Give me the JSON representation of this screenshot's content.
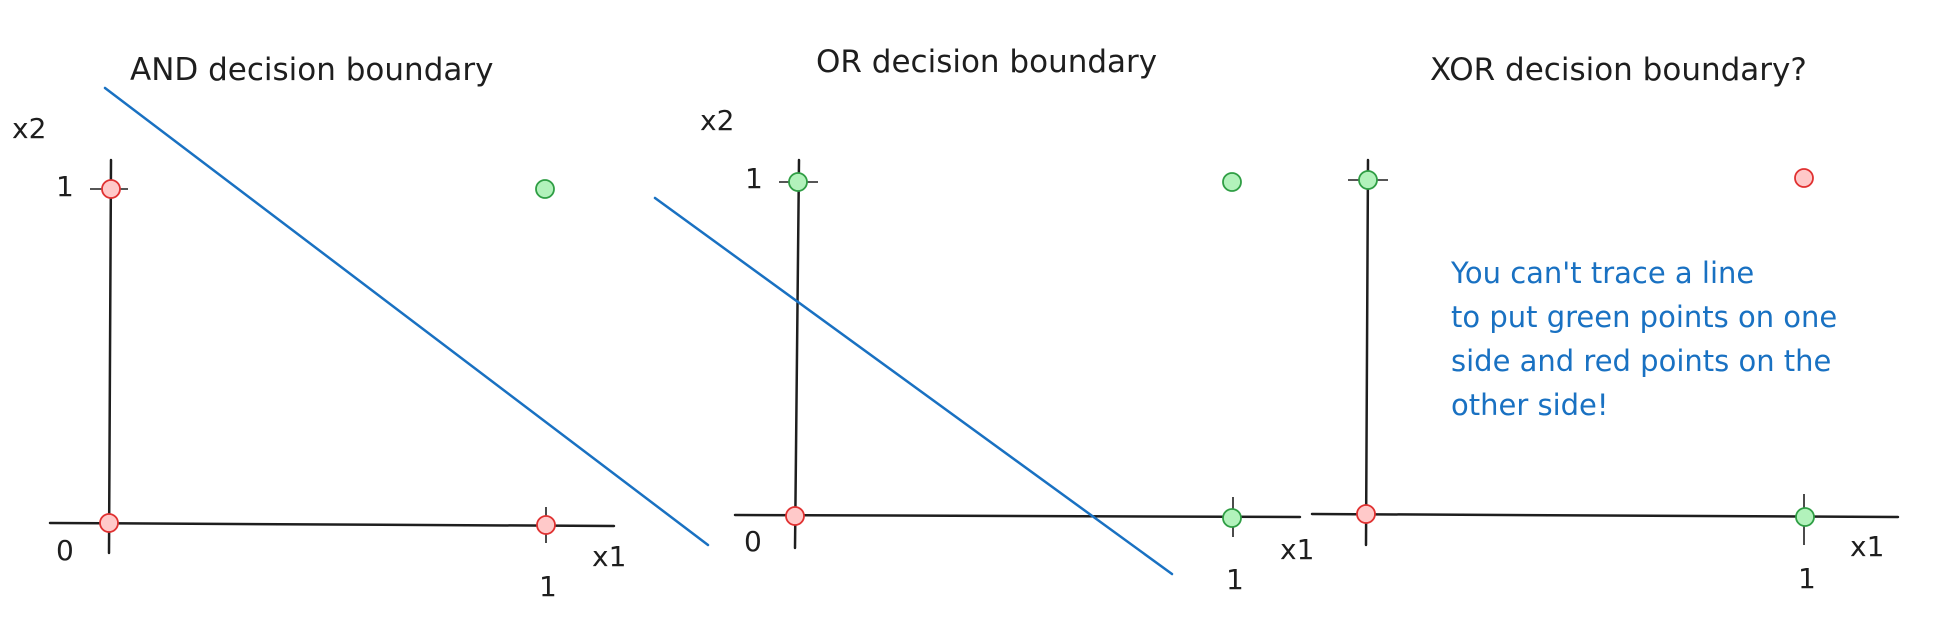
{
  "colors": {
    "ink": "#1e1e1e",
    "boundary": "#1971c2",
    "point_red_fill": "#ffc9c9",
    "point_red_stroke": "#e03131",
    "point_green_fill": "#b2f2bb",
    "point_green_stroke": "#2f9e44"
  },
  "panels": [
    {
      "title": "AND decision boundary",
      "x_axis_label": "x1",
      "y_axis_label": "x2",
      "origin_label": "0",
      "x_tick_label": "1",
      "y_tick_label": "1",
      "points": [
        {
          "x1": 0,
          "x2": 0,
          "color": "red"
        },
        {
          "x1": 1,
          "x2": 0,
          "color": "red"
        },
        {
          "x1": 0,
          "x2": 1,
          "color": "red"
        },
        {
          "x1": 1,
          "x2": 1,
          "color": "green"
        }
      ],
      "has_boundary_line": true
    },
    {
      "title": "OR decision boundary",
      "x_axis_label": "x1",
      "y_axis_label": "x2",
      "origin_label": "0",
      "x_tick_label": "1",
      "y_tick_label": "1",
      "points": [
        {
          "x1": 0,
          "x2": 0,
          "color": "red"
        },
        {
          "x1": 1,
          "x2": 0,
          "color": "green"
        },
        {
          "x1": 0,
          "x2": 1,
          "color": "green"
        },
        {
          "x1": 1,
          "x2": 1,
          "color": "green"
        }
      ],
      "has_boundary_line": true
    },
    {
      "title": "XOR decision boundary?",
      "x_axis_label": "x1",
      "x_tick_label": "1",
      "points": [
        {
          "x1": 0,
          "x2": 0,
          "color": "red"
        },
        {
          "x1": 1,
          "x2": 0,
          "color": "green"
        },
        {
          "x1": 0,
          "x2": 1,
          "color": "green"
        },
        {
          "x1": 1,
          "x2": 1,
          "color": "red"
        }
      ],
      "has_boundary_line": false,
      "note_lines": [
        "You can't trace a line",
        "to put green points on one",
        "side and red points on the",
        "other side!"
      ]
    }
  ]
}
